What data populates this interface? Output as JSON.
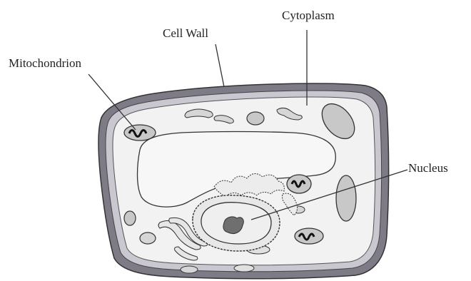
{
  "labels": {
    "cell_wall": "Cell Wall",
    "cytoplasm": "Cytoplasm",
    "mitochondrion": "Mitochondrion",
    "nucleus": "Nucleus"
  },
  "colors": {
    "cell_wall": "#7e7a86",
    "wall_lining": "#c9c7cf",
    "cytoplasm": "#f2f2f2",
    "organelle": "#c8c8c8",
    "nucleolus": "#6f6f6f",
    "outline": "#333333"
  }
}
